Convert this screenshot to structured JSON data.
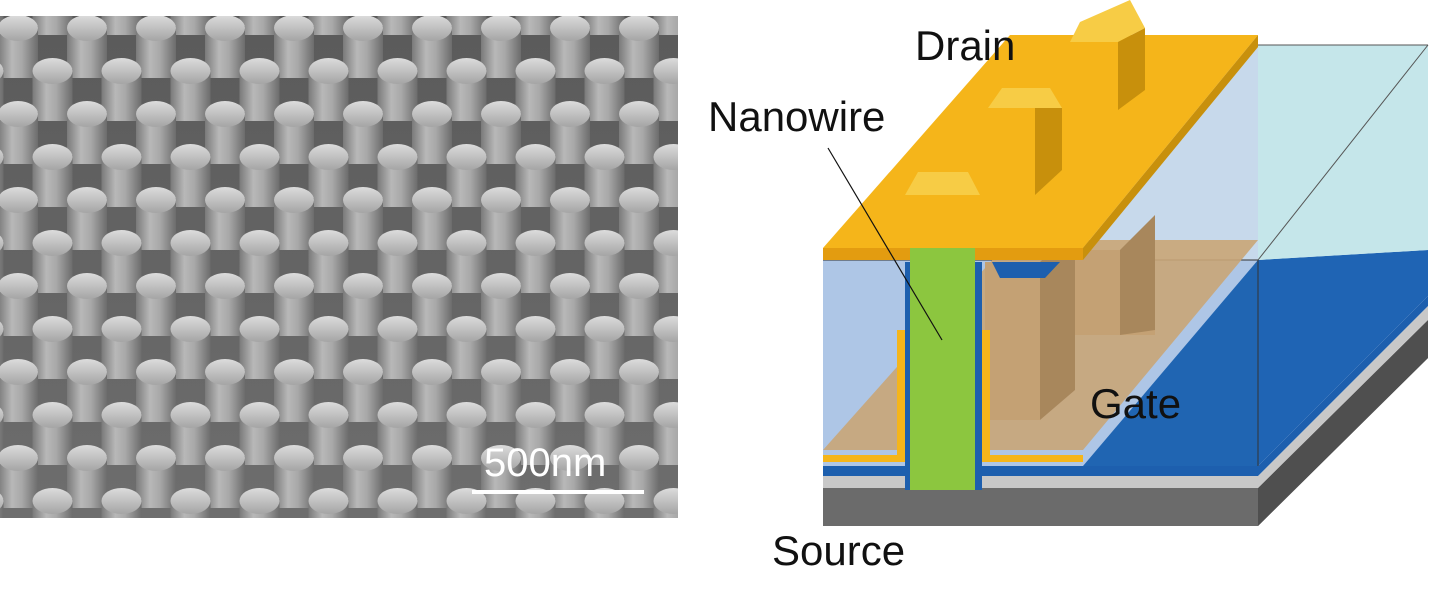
{
  "micrograph": {
    "scale_bar_label": "500nm"
  },
  "diagram": {
    "labels": {
      "drain": "Drain",
      "nanowire": "Nanowire",
      "gate": "Gate",
      "source": "Source"
    }
  },
  "colors": {
    "drain_gold": "#f5b51a",
    "nanowire_green": "#8cc63f",
    "gate_tan": "#c9a577",
    "substrate_blue": "#1d5fae",
    "source_gray": "#6b6b6b",
    "oxide_light_blue": "#aec6e6",
    "top_cyan": "#bfe3e8"
  }
}
